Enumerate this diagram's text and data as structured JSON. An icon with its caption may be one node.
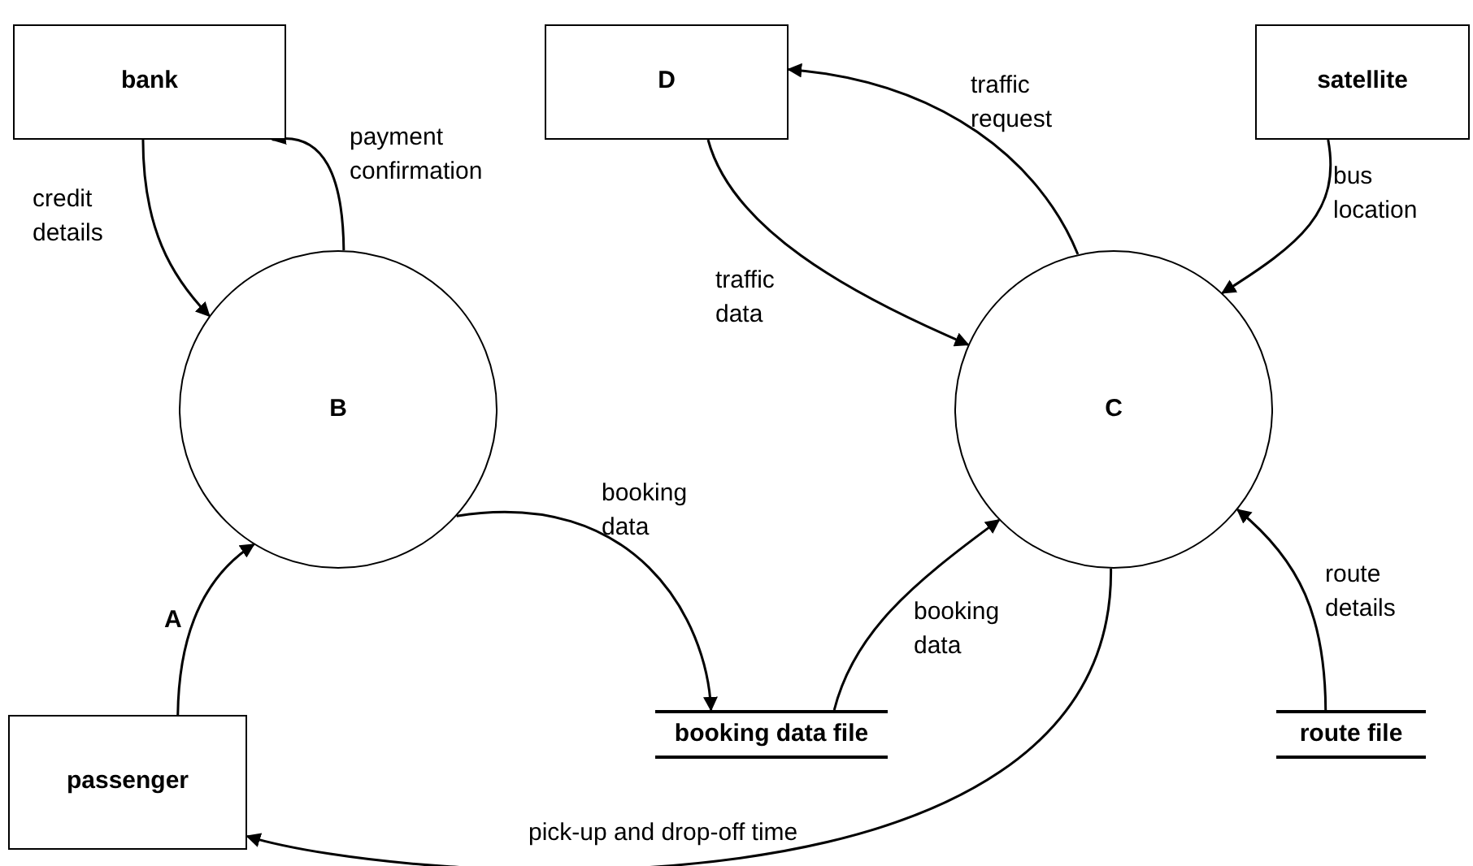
{
  "diagram": {
    "nodes": [
      {
        "text": [
          "bank"
        ]
      },
      {
        "text": [
          "D"
        ]
      },
      {
        "text": [
          "satellite"
        ]
      },
      {
        "text": [
          "B"
        ]
      },
      {
        "text": [
          "C"
        ]
      },
      {
        "text": [
          "passenger"
        ]
      },
      {
        "text": [
          "booking data file"
        ]
      },
      {
        "text": [
          "route file"
        ]
      }
    ],
    "edges": [
      {
        "from": 0,
        "to": 3,
        "arrow": "to",
        "label": "credit details"
      },
      {
        "from": 3,
        "to": 0,
        "arrow": "to",
        "label": "payment confirmation"
      },
      {
        "from": 5,
        "to": 3,
        "arrow": "to",
        "label": "A"
      },
      {
        "from": 3,
        "to": 6,
        "arrow": "to",
        "label": "booking data"
      },
      {
        "from": 1,
        "to": 4,
        "arrow": "to",
        "label": "traffic data"
      },
      {
        "from": 4,
        "to": 1,
        "arrow": "to",
        "label": "traffic request"
      },
      {
        "from": 2,
        "to": 4,
        "arrow": "to",
        "label": "bus location"
      },
      {
        "from": 6,
        "to": 4,
        "arrow": "to",
        "label": "booking data"
      },
      {
        "from": 7,
        "to": 4,
        "arrow": "to",
        "label": "route details"
      },
      {
        "from": 4,
        "to": 5,
        "arrow": "to",
        "label": "pick-up and drop-off time"
      }
    ]
  }
}
